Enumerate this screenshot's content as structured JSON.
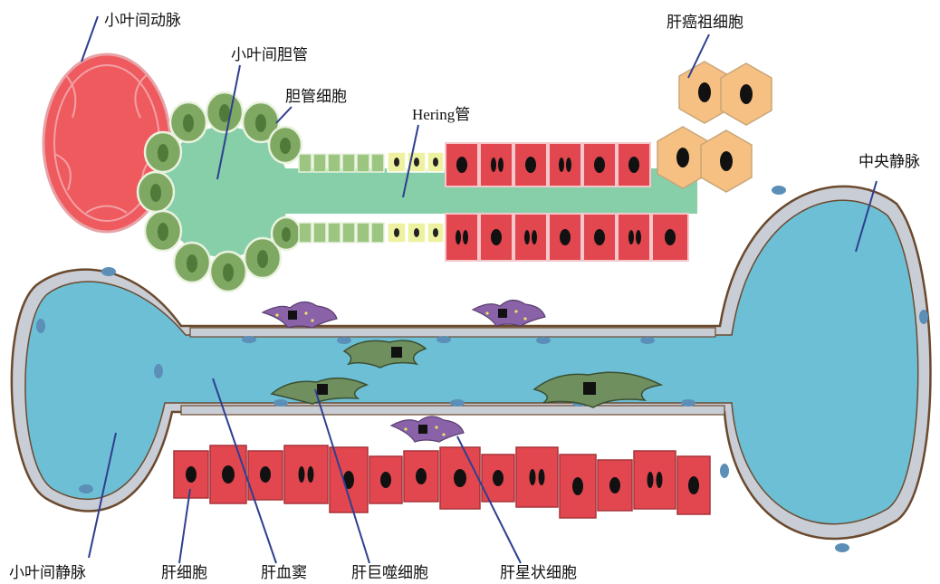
{
  "labels": {
    "interlobular_artery": "小叶间动脉",
    "interlobular_bile_duct": "小叶间胆管",
    "cholangiocyte": "胆管细胞",
    "canal_of_hering": "Hering管",
    "hepatic_progenitor_cell": "肝癌祖细胞",
    "central_vein": "中央静脉",
    "interlobular_vein": "小叶间静脉",
    "hepatocyte": "肝细胞",
    "hepatic_sinusoid": "肝血窦",
    "kupffer_cell": "肝巨噬细胞",
    "hepatic_stellate_cell": "肝星状细胞"
  },
  "colors": {
    "artery": "#ef5a5f",
    "vein_fill": "#6dbfd6",
    "vein_wall": "#c9cdd6",
    "vessel_outline": "#6b4a2e",
    "bile_duct_lumen": "#86cfa8",
    "cholangiocyte": "#7fa862",
    "hering_cell": "#eef2a0",
    "hepatocyte": "#e2474f",
    "progenitor": "#f5c082",
    "kupffer": "#6f8f5f",
    "stellate": "#8a62a8",
    "leader_line": "#2f3f8f"
  }
}
